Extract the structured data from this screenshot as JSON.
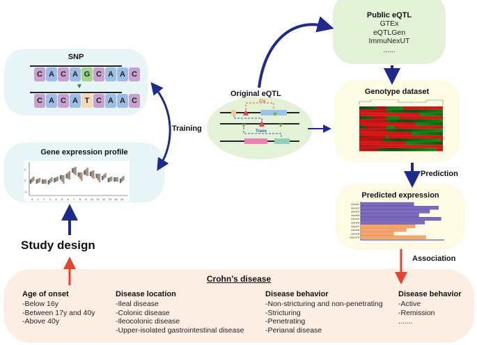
{
  "public_eqtl": {
    "title": "Public eQTL",
    "items": [
      "GTEx",
      "eQTLGen",
      "ImmuNexUT",
      "......"
    ]
  },
  "snp": {
    "title": "SNP",
    "ref_seq": [
      "C",
      "A",
      "C",
      "A",
      "G",
      "C",
      "A",
      "A",
      "C"
    ],
    "alt_seq": [
      "C",
      "A",
      "C",
      "A",
      "T",
      "C",
      "A",
      "A",
      "C"
    ],
    "variant_index": 4
  },
  "gene_expression": {
    "title": "Gene expression profile",
    "x_ticks": [
      "0",
      "1",
      "2",
      "3",
      "4",
      "5",
      "6",
      "7",
      "8",
      "9",
      "10",
      "11",
      "12",
      "13",
      "14",
      "15"
    ],
    "y_ticks": [
      "2",
      "0",
      "-2"
    ]
  },
  "original_eqtl": {
    "title": "Original eQTL",
    "cis_label": "Cis",
    "trans_label": "Trans"
  },
  "labels": {
    "training": "Training",
    "prediction": "Prediction",
    "association": "Association",
    "study_design": "Study design"
  },
  "genotype": {
    "title": "Genotype dataset"
  },
  "predicted_expression": {
    "title": "Predicted expression",
    "genes": [
      "Gene1",
      "Gene2",
      "Gene3",
      "Gene4",
      "Gene5",
      "Gene6",
      "Gene7",
      "Gene8",
      "Gene9",
      "Gene10"
    ],
    "values": [
      84,
      123,
      109,
      92,
      127,
      101,
      86,
      72,
      52,
      103
    ],
    "groups": [
      "up",
      "up",
      "up",
      "up",
      "up",
      "up",
      "down",
      "down",
      "down",
      "down"
    ],
    "colors": {
      "up": "#7b6bbf",
      "down": "#f4a672"
    }
  },
  "crohns": {
    "title": "Crohn’s disease",
    "columns": [
      {
        "heading": "Age of onset",
        "items": [
          "-Below 16y",
          "-Between 17y and 40y",
          "-Above 40y"
        ]
      },
      {
        "heading": "Disease location",
        "items": [
          "-Ileal disease",
          "-Colonic disease",
          "-Ileocolonic disease",
          "-Upper-isolated gastrointestinal disease"
        ]
      },
      {
        "heading": "Disease behavior",
        "items": [
          "-Non-stricturing and non-penetrating",
          "-Stricturing",
          "-Penetrating",
          "-Perianal disease"
        ]
      },
      {
        "heading": "Disease behavior",
        "items": [
          "-Active",
          "-Remission",
          "......."
        ]
      }
    ]
  },
  "colors": {
    "arrow_blue": "#1f2a8c",
    "arrow_red": "#e8432e",
    "panel_blue": "#e6f4f6",
    "panel_green": "#e3f1d6",
    "panel_yellow": "#fdfbe3",
    "panel_peach": "#fdeee4"
  }
}
